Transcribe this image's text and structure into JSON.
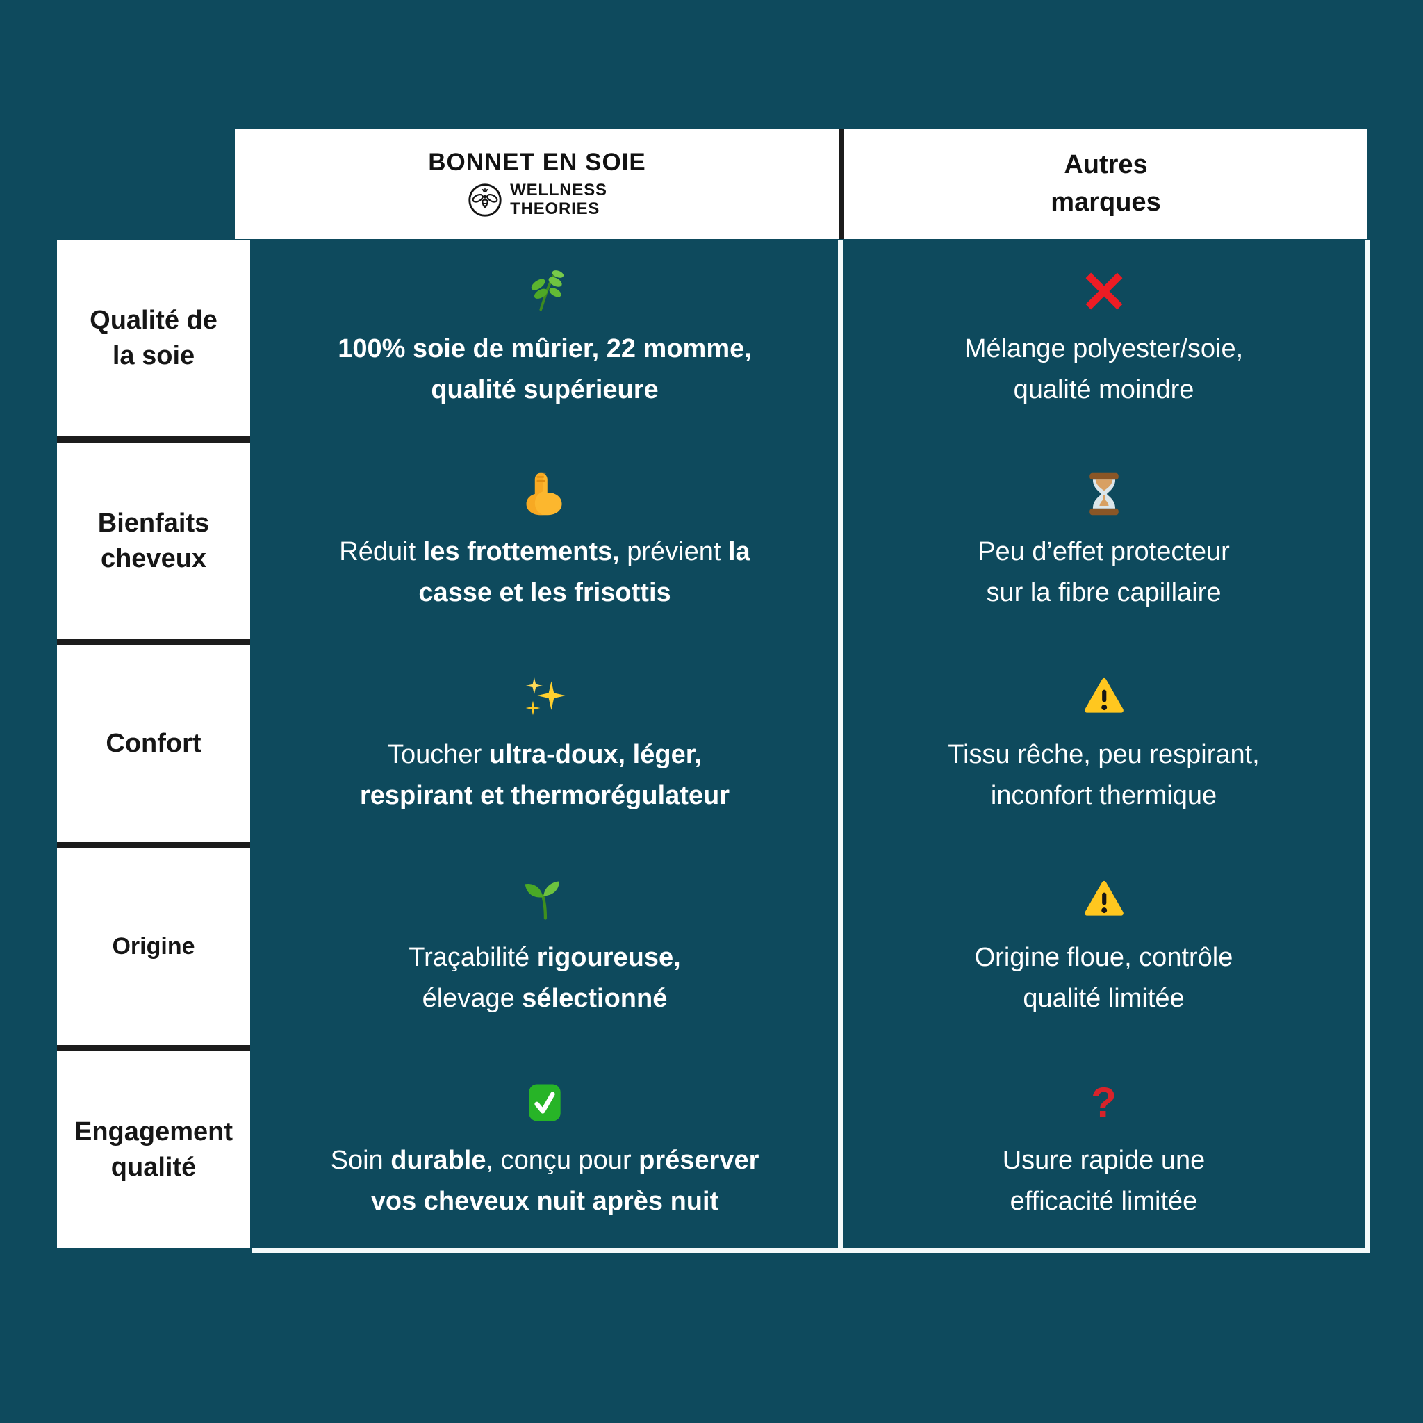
{
  "colors": {
    "background_teal": "#0e4a5d",
    "panel_white": "#ffffff",
    "divider_black": "#1c1c1c",
    "grid_white": "#f4fafa",
    "text_dark": "#161616",
    "text_light": "#ffffff",
    "cross_red": "#ed1c24",
    "question_red": "#d8232a",
    "check_green": "#27b427",
    "warning_yellow": "#ffc71f"
  },
  "header": {
    "product_title": "BONNET EN SOIE",
    "brand": {
      "logo_icon": "bee-logo-icon",
      "line1": "WELLNESS",
      "line2": "THEORIES"
    },
    "others_line1": "Autres",
    "others_line2": "marques"
  },
  "rows": [
    {
      "id": "qualite-soie",
      "label_lines": [
        "Qualité de",
        "la soie"
      ],
      "product": {
        "icon": "herb-icon",
        "lines": [
          [
            {
              "t": "100% soie de mûrier, 22 momme,",
              "b": true
            }
          ],
          [
            {
              "t": "qualité supérieure",
              "b": true
            }
          ]
        ]
      },
      "others": {
        "icon": "cross-mark-icon",
        "lines": [
          [
            {
              "t": "Mélange polyester/soie,"
            }
          ],
          [
            {
              "t": "qualité moindre"
            }
          ]
        ]
      }
    },
    {
      "id": "bienfaits-cheveux",
      "label_lines": [
        "Bienfaits",
        "cheveux"
      ],
      "product": {
        "icon": "flexed-biceps-icon",
        "lines": [
          [
            {
              "t": "Réduit "
            },
            {
              "t": "les frottements,",
              "b": true
            },
            {
              "t": " prévient "
            },
            {
              "t": "la",
              "b": true
            }
          ],
          [
            {
              "t": "casse et les frisottis",
              "b": true
            }
          ]
        ]
      },
      "others": {
        "icon": "hourglass-icon",
        "lines": [
          [
            {
              "t": "Peu d’effet protecteur"
            }
          ],
          [
            {
              "t": "sur la fibre capillaire"
            }
          ]
        ]
      }
    },
    {
      "id": "confort",
      "label_lines": [
        "Confort"
      ],
      "product": {
        "icon": "sparkles-icon",
        "lines": [
          [
            {
              "t": "Toucher "
            },
            {
              "t": "ultra-doux, léger,",
              "b": true
            }
          ],
          [
            {
              "t": "respirant et thermorégulateur",
              "b": true
            }
          ]
        ]
      },
      "others": {
        "icon": "warning-icon",
        "lines": [
          [
            {
              "t": "Tissu rêche, peu respirant,"
            }
          ],
          [
            {
              "t": "inconfort thermique"
            }
          ]
        ]
      }
    },
    {
      "id": "origine",
      "label_lines": [
        "Origine"
      ],
      "label_small": true,
      "product": {
        "icon": "seedling-icon",
        "lines": [
          [
            {
              "t": "Traçabilité "
            },
            {
              "t": "rigoureuse,",
              "b": true
            }
          ],
          [
            {
              "t": "élevage "
            },
            {
              "t": "sélectionné",
              "b": true
            }
          ]
        ]
      },
      "others": {
        "icon": "warning-icon",
        "lines": [
          [
            {
              "t": "Origine floue, contrôle"
            }
          ],
          [
            {
              "t": "qualité limitée"
            }
          ]
        ]
      }
    },
    {
      "id": "engagement-qualite",
      "label_lines": [
        "Engagement",
        "qualité"
      ],
      "product": {
        "icon": "check-mark-icon",
        "lines": [
          [
            {
              "t": "Soin "
            },
            {
              "t": "durable",
              "b": true
            },
            {
              "t": ", conçu pour "
            },
            {
              "t": "préserver",
              "b": true
            }
          ],
          [
            {
              "t": "vos cheveux nuit après nuit",
              "b": true
            }
          ]
        ]
      },
      "others": {
        "icon": "question-mark-icon",
        "lines": [
          [
            {
              "t": "Usure rapide une"
            }
          ],
          [
            {
              "t": "efficacité limitée"
            }
          ]
        ]
      }
    }
  ]
}
